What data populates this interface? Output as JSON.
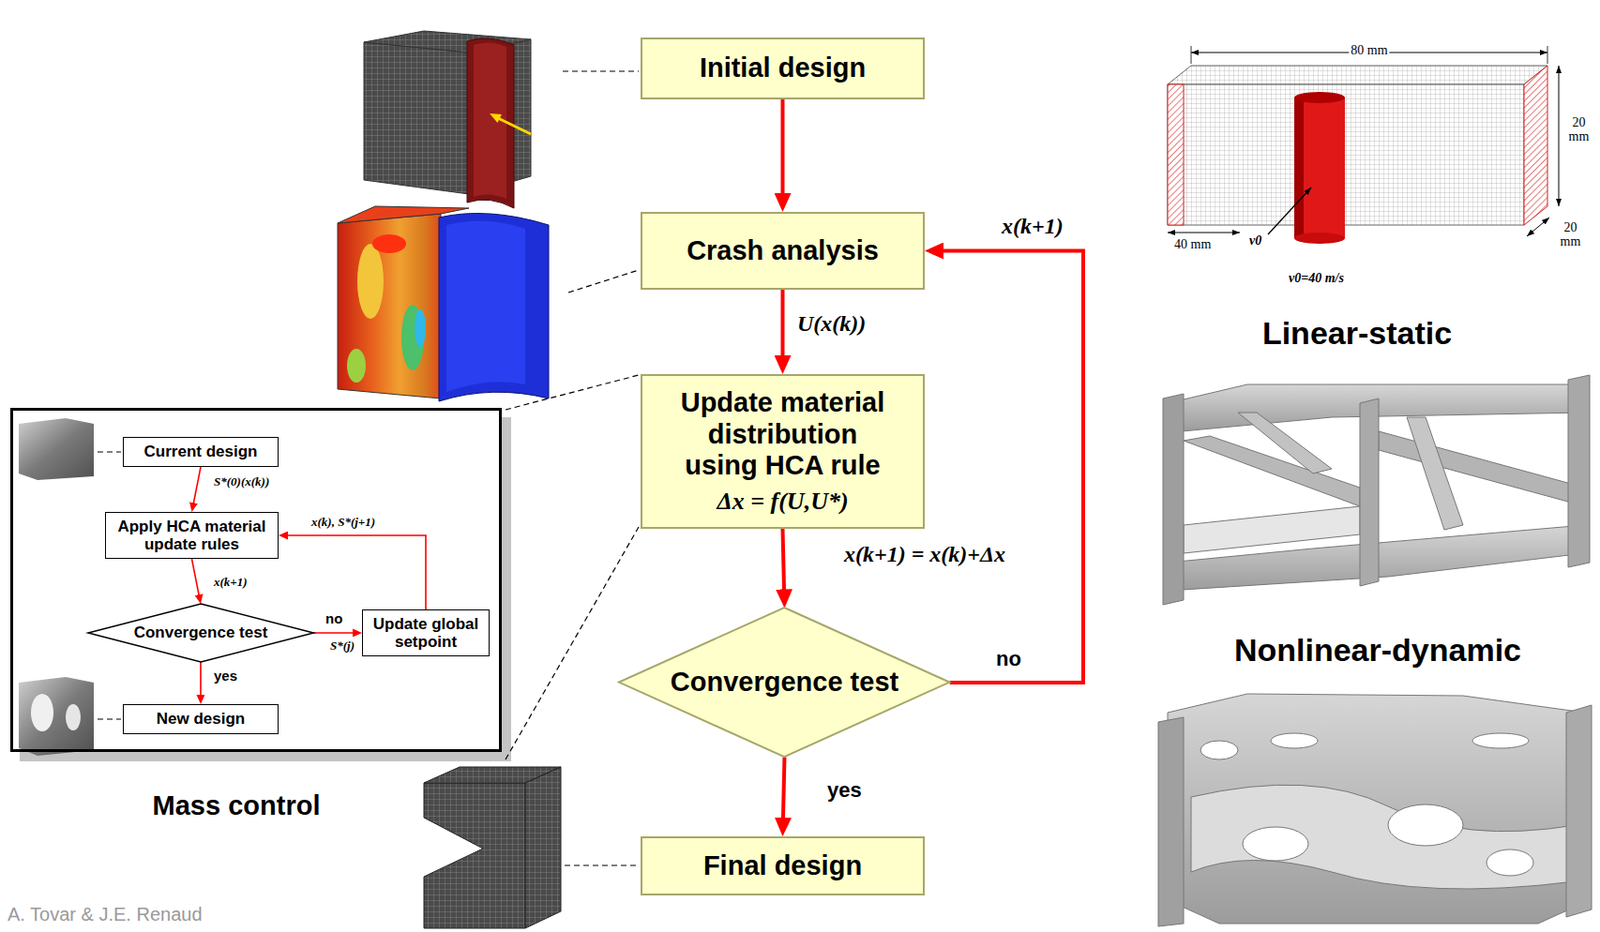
{
  "diagram": {
    "nodes": [
      {
        "text": [
          "Initial design"
        ]
      },
      {
        "text": [
          "Crash analysis"
        ]
      },
      {
        "text": [
          "Mass control"
        ]
      },
      {
        "text": [
          "Current design"
        ],
        "in": 2
      },
      {
        "text": [
          "Apply HCA material update rules"
        ],
        "in": 2
      },
      {
        "text": [
          "Convergence test"
        ],
        "in": 2
      },
      {
        "text": [
          "Update global setpoint"
        ],
        "in": 2
      },
      {
        "text": [
          "New design"
        ],
        "in": 2
      },
      {
        "text": [
          "Update material distribution using HCA rule",
          "Δx = f(U,U*)"
        ]
      },
      {
        "text": [
          "Convergence test"
        ]
      },
      {
        "text": [
          "Final design"
        ]
      }
    ],
    "edges": [
      {
        "from": 0,
        "to": 1,
        "arrow": "to"
      },
      {
        "from": 1,
        "to": 8,
        "label": "U(x(k))",
        "arrow": "to"
      },
      {
        "from": 8,
        "to": 9,
        "label": "x(k+1) = x(k)+Δx",
        "arrow": "to"
      },
      {
        "from": 9,
        "to": 1,
        "label": "no",
        "arrow": "to"
      },
      {
        "from": 9,
        "to": 10,
        "label": "yes",
        "arrow": "to"
      },
      {
        "from": 3,
        "to": 4,
        "label": "S*(0)(x(k))",
        "arrow": "to"
      },
      {
        "from": 4,
        "to": 5,
        "label": "x(k+1)",
        "arrow": "to"
      },
      {
        "from": 5,
        "to": 6,
        "label": "no",
        "arrow": "to"
      },
      {
        "from": 6,
        "to": 4,
        "label": "x(k), S*(j+1)",
        "arrow": "to"
      },
      {
        "from": 5,
        "to": 7,
        "label": "yes",
        "arrow": "to"
      }
    ],
    "labels": [
      "x(k+1)",
      "S*(j)",
      "80 mm",
      "20 mm",
      "40 mm",
      "v0",
      "20 mm",
      "v0=40 m/s",
      "Linear-static",
      "Nonlinear-dynamic",
      "A. Tovar & J.E. Renaud"
    ]
  }
}
